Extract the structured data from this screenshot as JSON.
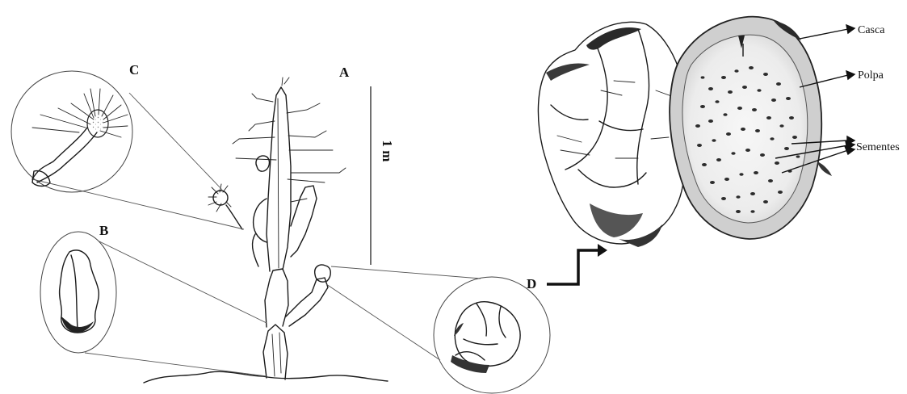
{
  "panels": {
    "A": "A",
    "B": "B",
    "C": "C",
    "D": "D"
  },
  "scale_bar": {
    "label": "1 m"
  },
  "fruit_labels": {
    "peel": "Casca",
    "pulp": "Polpa",
    "seeds": "Sementes"
  }
}
